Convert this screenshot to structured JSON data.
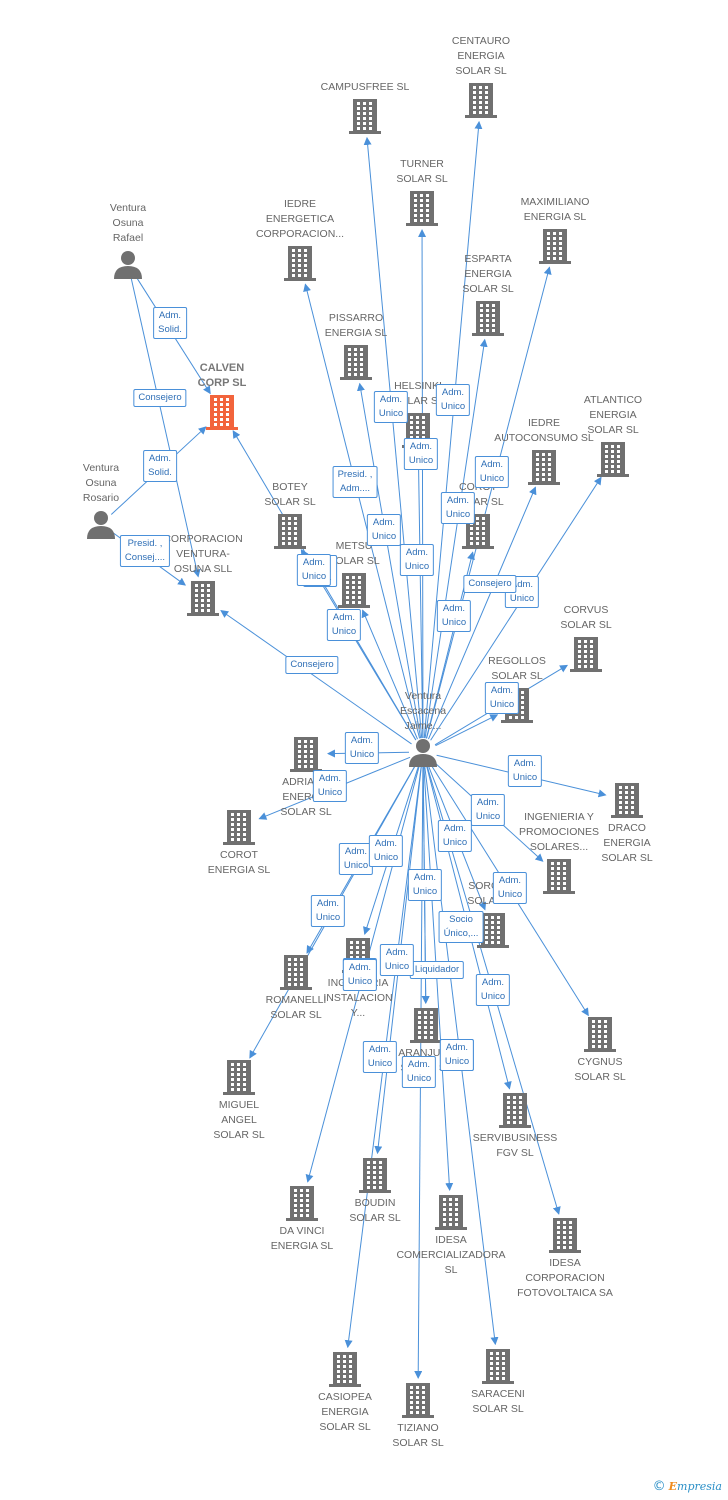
{
  "colors": {
    "edge": "#4a90d9",
    "company": "#707070",
    "highlight": "#f2643c",
    "person": "#707070"
  },
  "nodes": [
    {
      "id": "ventura-escacena",
      "type": "person",
      "label": "Ventura\nEscacena\nJaime..."
    },
    {
      "id": "ventura-osuna-rafael",
      "type": "person",
      "label": "Ventura\nOsuna\nRafael"
    },
    {
      "id": "ventura-osuna-rosario",
      "type": "person",
      "label": "Ventura\nOsuna\nRosario"
    },
    {
      "id": "calven-corp",
      "type": "company-main",
      "label": "CALVEN\nCORP SL"
    },
    {
      "id": "corporacion-ventura",
      "type": "company",
      "label": "CORPORACION\nVENTURA-\nOSUNA  SLL"
    },
    {
      "id": "campusfree",
      "type": "company",
      "label": "CAMPUSFREE SL"
    },
    {
      "id": "centauro",
      "type": "company",
      "label": "CENTAURO\nENERGIA\nSOLAR SL"
    },
    {
      "id": "turner",
      "type": "company",
      "label": "TURNER\nSOLAR SL"
    },
    {
      "id": "iedre-energetica",
      "type": "company",
      "label": "IEDRE\nENERGETICA\nCORPORACION..."
    },
    {
      "id": "maximiliano",
      "type": "company",
      "label": "MAXIMILIANO\nENERGIA SL"
    },
    {
      "id": "esparta",
      "type": "company",
      "label": "ESPARTA\nENERGIA\nSOLAR SL"
    },
    {
      "id": "pissarro",
      "type": "company",
      "label": "PISSARRO\nENERGIA SL"
    },
    {
      "id": "helsinki",
      "type": "company",
      "label": "HELSINKI\nSOLAR SL"
    },
    {
      "id": "iedre-autoconsumo",
      "type": "company",
      "label": "IEDRE\nAUTOCONSUMO SL"
    },
    {
      "id": "atlantico",
      "type": "company",
      "label": "ATLANTICO\nENERGIA\nSOLAR SL"
    },
    {
      "id": "botey",
      "type": "company",
      "label": "BOTEY\nSOLAR SL"
    },
    {
      "id": "corot-solar",
      "type": "company",
      "label": "COROT\nSOLAR SL"
    },
    {
      "id": "metsu",
      "type": "company",
      "label": "METSU\nSOLAR SL"
    },
    {
      "id": "corvus",
      "type": "company",
      "label": "CORVUS\nSOLAR SL"
    },
    {
      "id": "regollos",
      "type": "company",
      "label": "REGOLLOS\nSOLAR SL"
    },
    {
      "id": "adriano",
      "type": "company",
      "label": "ADRIANO\nENERGIA\nSOLAR SL"
    },
    {
      "id": "corot-energia",
      "type": "company",
      "label": "COROT\nENERGIA SL"
    },
    {
      "id": "draco",
      "type": "company",
      "label": "DRACO\nENERGIA\nSOLAR SL"
    },
    {
      "id": "ingenieria",
      "type": "company",
      "label": "INGENIERIA Y\nPROMOCIONES\nSOLARES..."
    },
    {
      "id": "ingenieria-instalacion",
      "type": "company",
      "label": "INGENIERIA\nINSTALACION\nY..."
    },
    {
      "id": "sorolla",
      "type": "company",
      "label": "SOROLLA\nSOLAR SL"
    },
    {
      "id": "romanelli",
      "type": "company",
      "label": "ROMANELLI\nSOLAR SL"
    },
    {
      "id": "cygnus",
      "type": "company",
      "label": "CYGNUS\nSOLAR SL"
    },
    {
      "id": "aranjuez",
      "type": "company",
      "label": "ARANJUEZ\nSOLAR SL"
    },
    {
      "id": "miguel-angel",
      "type": "company",
      "label": "MIGUEL\nANGEL\nSOLAR SL"
    },
    {
      "id": "servibusiness",
      "type": "company",
      "label": "SERVIBUSINESS\nFGV SL"
    },
    {
      "id": "boudin",
      "type": "company",
      "label": "BOUDIN\nSOLAR SL"
    },
    {
      "id": "da-vinci",
      "type": "company",
      "label": "DA VINCI\nENERGIA SL"
    },
    {
      "id": "idesa-comercializadora",
      "type": "company",
      "label": "IDESA\nCOMERCIALIZADORA SL"
    },
    {
      "id": "idesa-corporacion",
      "type": "company",
      "label": "IDESA\nCORPORACION\nFOTOVOLTAICA SA"
    },
    {
      "id": "casiopea",
      "type": "company",
      "label": "CASIOPEA\nENERGIA\nSOLAR SL"
    },
    {
      "id": "saraceni",
      "type": "company",
      "label": "SARACENI\nSOLAR SL"
    },
    {
      "id": "tiziano",
      "type": "company",
      "label": "TIZIANO\nSOLAR SL"
    }
  ],
  "edges": [
    {
      "from": "ventura-osuna-rafael",
      "to": "calven-corp",
      "label": "Adm.\nSolid."
    },
    {
      "from": "ventura-osuna-rafael",
      "to": "corporacion-ventura",
      "label": "Consejero"
    },
    {
      "from": "ventura-osuna-rosario",
      "to": "calven-corp",
      "label": "Adm.\nSolid."
    },
    {
      "from": "ventura-osuna-rosario",
      "to": "corporacion-ventura",
      "label": "Presid. ,\nConsej...."
    },
    {
      "from": "ventura-escacena",
      "to": "calven-corp",
      "label": "Adm.\nSolid."
    },
    {
      "from": "ventura-escacena",
      "to": "corporacion-ventura",
      "label": "Consejero"
    },
    {
      "from": "ventura-escacena",
      "to": "campusfree",
      "label": "Presid. ,\nAdm...."
    },
    {
      "from": "ventura-escacena",
      "to": "centauro",
      "label": "Adm.\nUnico"
    },
    {
      "from": "ventura-escacena",
      "to": "turner",
      "label": "Adm.\nUnico"
    },
    {
      "from": "ventura-escacena",
      "to": "iedre-energetica",
      "label": "Adm.\nUnico"
    },
    {
      "from": "ventura-escacena",
      "to": "maximiliano",
      "label": "Adm.\nUnico"
    },
    {
      "from": "ventura-escacena",
      "to": "esparta",
      "label": "Adm.\nUnico"
    },
    {
      "from": "ventura-escacena",
      "to": "pissarro",
      "label": "Adm.\nUnico"
    },
    {
      "from": "ventura-escacena",
      "to": "helsinki",
      "label": "Adm.\nUnico"
    },
    {
      "from": "ventura-escacena",
      "to": "iedre-autoconsumo",
      "label": "Adm.\nUnico"
    },
    {
      "from": "ventura-escacena",
      "to": "atlantico",
      "label": "Adm.\nUnico"
    },
    {
      "from": "ventura-escacena",
      "to": "botey",
      "label": "Adm.\nUnico"
    },
    {
      "from": "ventura-escacena",
      "to": "corot-solar",
      "label": "Adm.\nUnico"
    },
    {
      "from": "ventura-escacena",
      "to": "metsu",
      "label": "Consejero"
    },
    {
      "from": "ventura-escacena",
      "to": "corvus",
      "label": "Adm.\nUnico"
    },
    {
      "from": "ventura-escacena",
      "to": "regollos",
      "label": "Adm.\nUnico"
    },
    {
      "from": "ventura-escacena",
      "to": "adriano",
      "label": "Adm.\nUnico"
    },
    {
      "from": "ventura-escacena",
      "to": "corot-energia",
      "label": "Adm.\nUnico"
    },
    {
      "from": "ventura-escacena",
      "to": "draco",
      "label": "Adm.\nUnico"
    },
    {
      "from": "ventura-escacena",
      "to": "ingenieria",
      "label": "Adm.\nUnico"
    },
    {
      "from": "ventura-escacena",
      "to": "ingenieria-instalacion",
      "label": "Adm.\nUnico"
    },
    {
      "from": "ventura-escacena",
      "to": "sorolla",
      "label": "Socio\nÚnico,..."
    },
    {
      "from": "ventura-escacena",
      "to": "romanelli",
      "label": "Adm.\nUnico"
    },
    {
      "from": "ventura-escacena",
      "to": "cygnus",
      "label": "Adm.\nUnico"
    },
    {
      "from": "ventura-escacena",
      "to": "aranjuez",
      "label": "Liquidador"
    },
    {
      "from": "ventura-escacena",
      "to": "miguel-angel",
      "label": "Adm.\nUnico"
    },
    {
      "from": "ventura-escacena",
      "to": "servibusiness",
      "label": "Adm.\nUnico"
    },
    {
      "from": "ventura-escacena",
      "to": "boudin",
      "label": "Adm.\nUnico"
    },
    {
      "from": "ventura-escacena",
      "to": "da-vinci",
      "label": "Adm.\nUnico"
    },
    {
      "from": "ventura-escacena",
      "to": "idesa-comercializadora",
      "label": "Adm.\nUnico"
    },
    {
      "from": "ventura-escacena",
      "to": "idesa-corporacion",
      "label": "Adm.\nUnico"
    },
    {
      "from": "ventura-escacena",
      "to": "casiopea",
      "label": "Adm.\nUnico"
    },
    {
      "from": "ventura-escacena",
      "to": "saraceni",
      "label": "Adm.\nUnico"
    },
    {
      "from": "ventura-escacena",
      "to": "tiziano",
      "label": "Adm.\nUnico"
    },
    {
      "from": "ventura-escacena",
      "to": "aranjuez",
      "label": "Adm.\nUnico"
    }
  ],
  "copyright": {
    "symbol": "©",
    "brand_e": "E",
    "brand_rest": "mpresia"
  }
}
